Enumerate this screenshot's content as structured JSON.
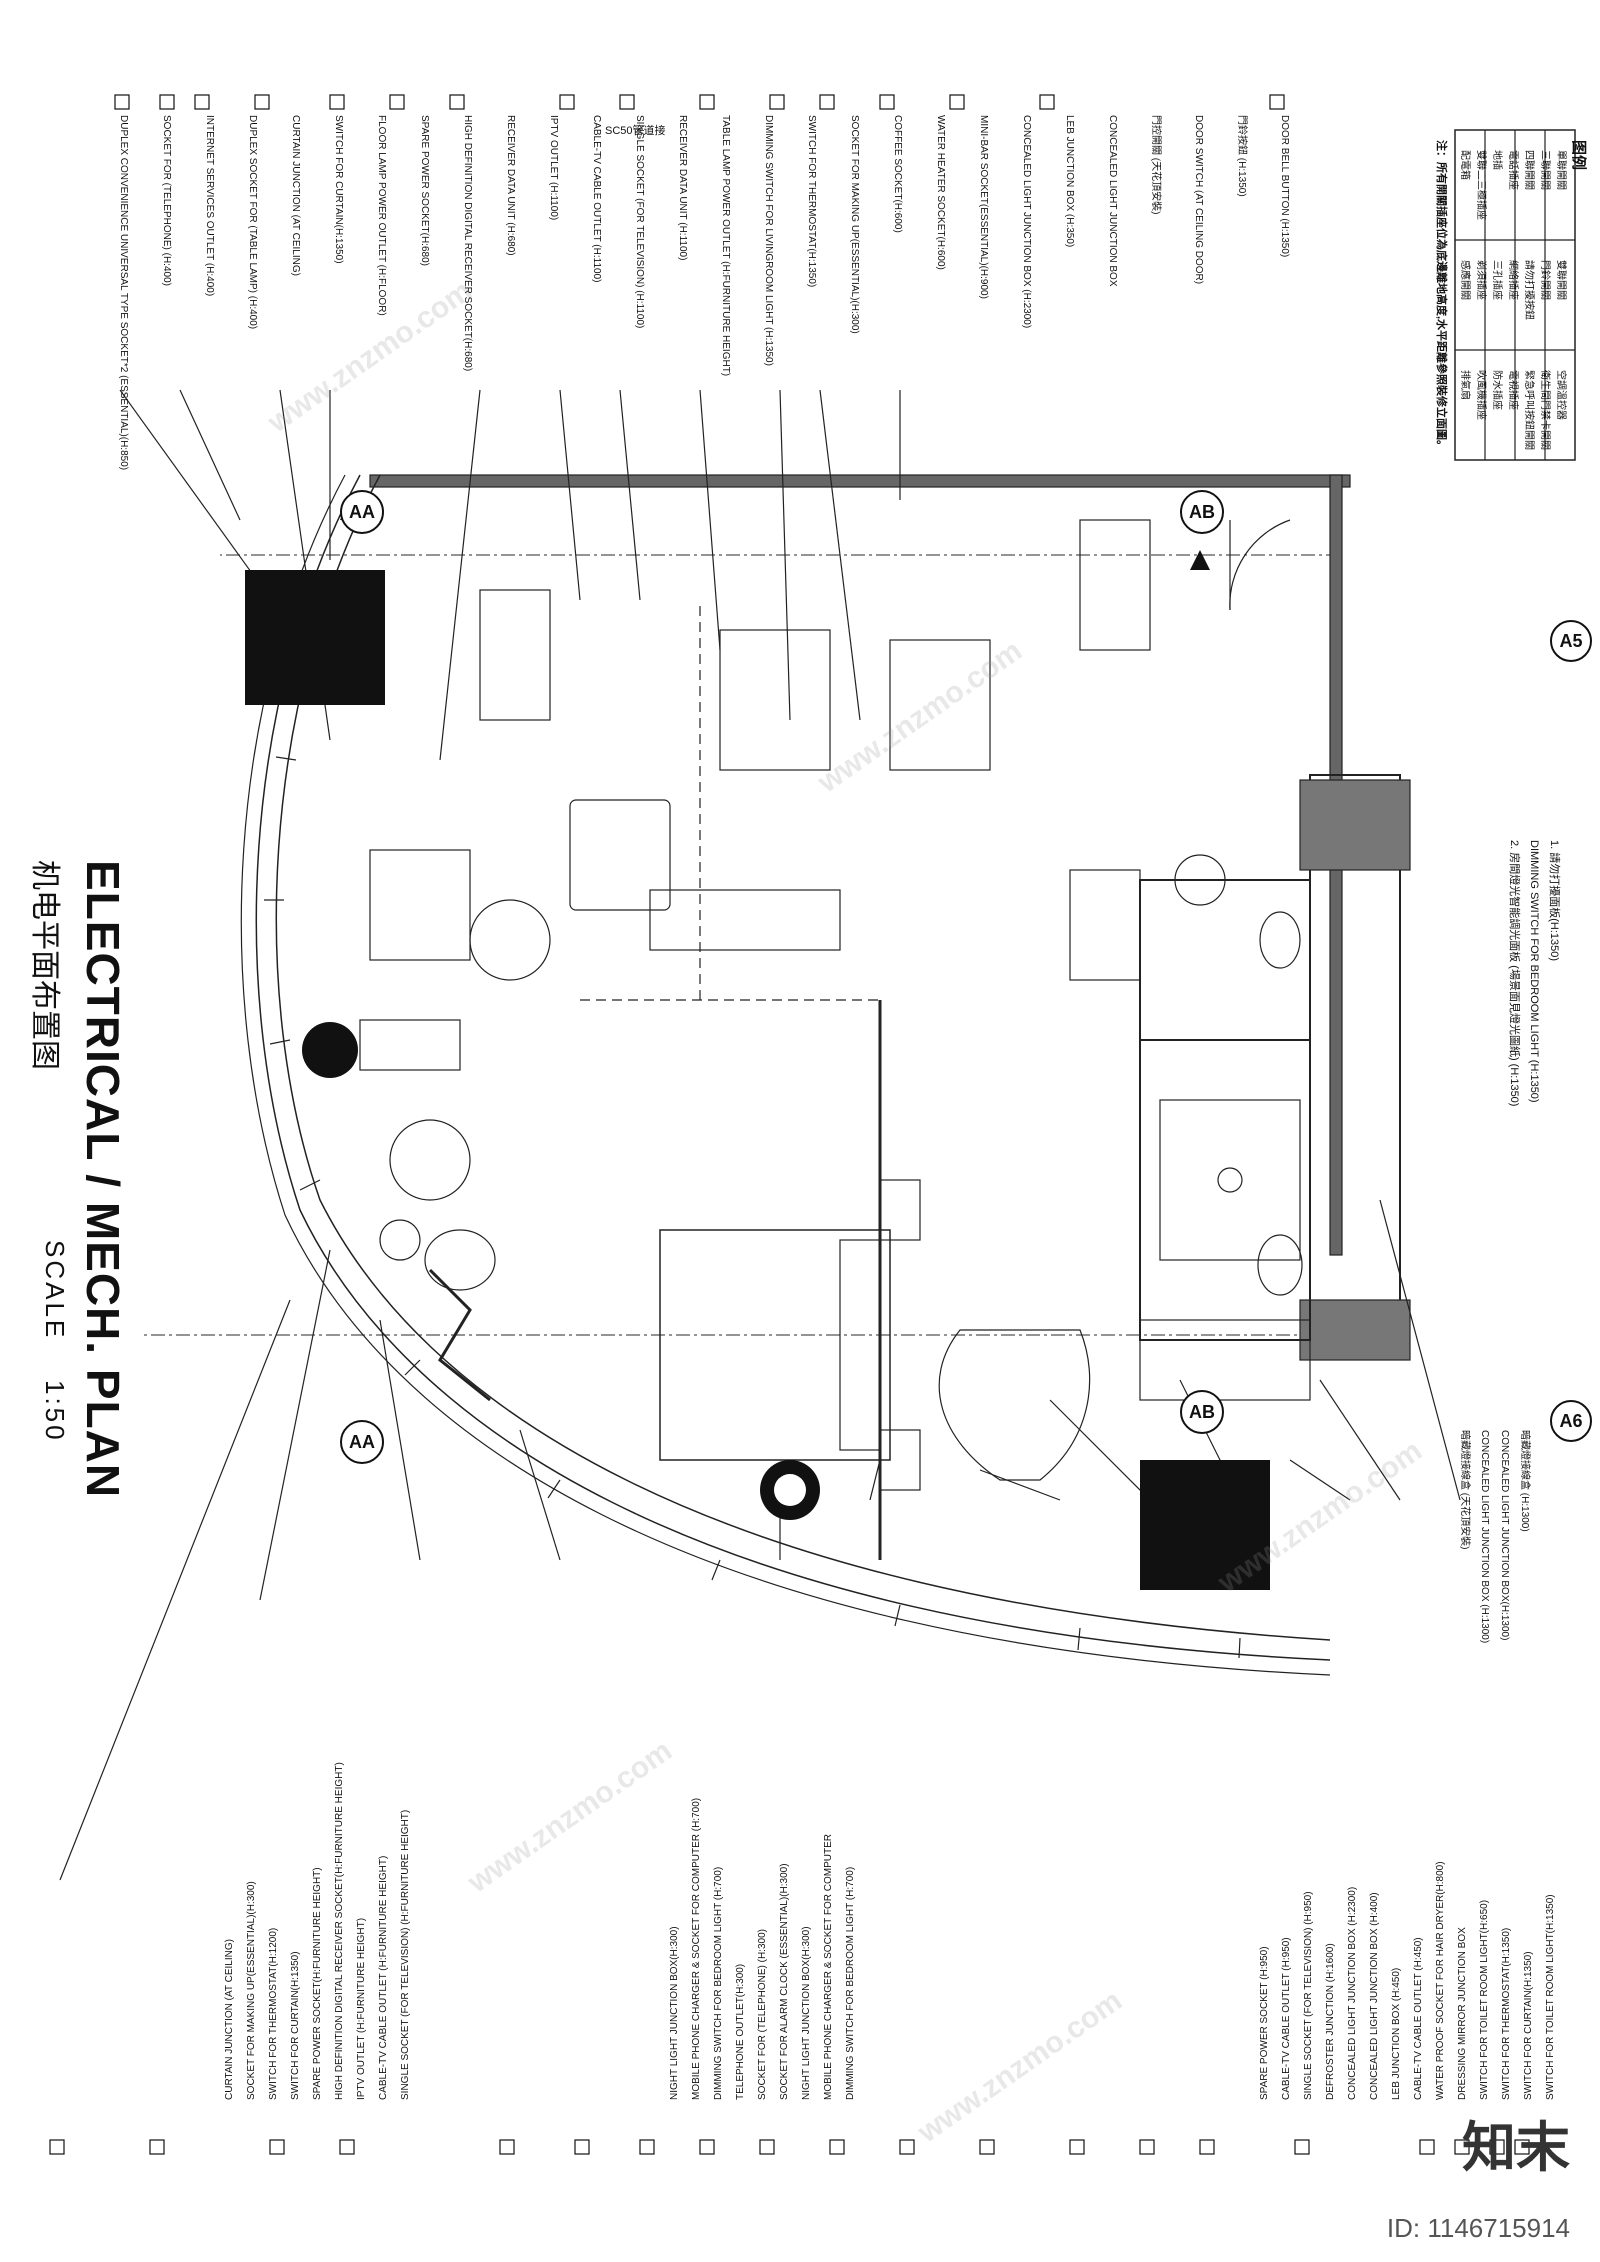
{
  "title": {
    "en": "ELECTRICAL / MECH. PLAN",
    "cn": "机电平面布置图",
    "scale_label": "SCALE",
    "scale_value": "1:50"
  },
  "legend": {
    "header": "图例",
    "note": "注：所有開關插座位為底邊離地高度,水平距離參照裝修立面圖。",
    "rows": [
      [
        "單聯開關",
        "雙聯開關",
        "空調溫控器"
      ],
      [
        "三聯開關",
        "門鈴開關",
        "衛生間門禁卡開關"
      ],
      [
        "四聯開關",
        "請勿打擾按鈕",
        "緊急呼叫按鈕開關"
      ],
      [
        "電話插座",
        "網絡插座",
        "電視插座"
      ],
      [
        "地插",
        "三孔插座",
        "防水插座"
      ],
      [
        "雙聯二三極插座",
        "剃須插座",
        "吹風機插座"
      ],
      [
        "配電箱",
        "感應開關",
        "排氣扇"
      ]
    ]
  },
  "grid": {
    "a5": "A5",
    "a6": "A6"
  },
  "sections": {
    "aa": "AA",
    "ab": "AB"
  },
  "left_labels": [
    "DOOR BELL BUTTON (H:1350)",
    "門鈴按鈕 (H:1350)",
    "DOOR SWITCH (AT CEILING DOOR)",
    "門控開關 (天花頂安裝)",
    "CONCEALED LIGHT JUNCTION BOX",
    "LEB JUNCTION BOX (H:350)",
    "CONCEALED LIGHT JUNCTION BOX (H:2300)",
    "MINI-BAR SOCKET(ESSENTIAL)(H:900)",
    "WATER HEATER SOCKET(H:600)",
    "COFFEE SOCKET(H:600)",
    "SOCKET FOR MAKING UP(ESSENTIAL)(H:300)",
    "SWITCH FOR THERMOSTAT(H:1350)",
    "DIMMING SWITCH FOR LIVINGROOM LIGHT (H:1350)",
    "TABLE LAMP POWER OUTLET (H:FURNITURE HEIGHT)",
    "RECEIVER DATA UNIT (H:1100)",
    "SINGLE SOCKET (FOR TELEVISION) (H:1100)",
    "CABLE-TV CABLE OUTLET (H:1100)",
    "IPTV OUTLET (H:1100)",
    "RECEIVER DATA UNIT (H:680)",
    "HIGH DEFINITION DIGITAL RECEIVER SOCKET(H:680)",
    "SPARE POWER SOCKET(H:680)",
    "FLOOR LAMP POWER OUTLET (H:FLOOR)",
    "SWITCH FOR CURTAIN(H:1350)",
    "CURTAIN JUNCTION (AT CEILING)",
    "DUPLEX SOCKET FOR (TABLE LAMP) (H:400)",
    "INTERNET SERVICES OUTLET (H:400)",
    "SOCKET FOR (TELEPHONE) (H:400)",
    "DUPLEX CONVENIENCE UNIVERSAL TYPE SOCKET*2 (ESSENTIAL)(H:850)"
  ],
  "conduit_label": "SC50管道接",
  "top_right_labels": [
    "1. 請勿打擾面板(H:1350)",
    "DIMMING SWITCH FOR BEDROOM LIGHT (H:1350)",
    "2. 房間燈光智能調光面板 (場景面見燈光圖紙) (H:1350)"
  ],
  "right_top_labels": [
    "暗藏燈接線盒 (H:1300)",
    "CONCEALED LIGHT JUNCTION BOX(H:1300)",
    "CONCEALED LIGHT JUNCTION BOX (H:1300)",
    "暗藏燈接線盒 (天花頂安裝)"
  ],
  "bottom_right_labels": [
    "SWITCH FOR TOILET ROOM LIGHT(H:1350)",
    "SWITCH FOR CURTAIN(H:1350)",
    "SWITCH FOR THERMOSTAT(H:1350)",
    "SWITCH FOR TOILET ROOM LIGHT(H:650)",
    "DRESSING MIRROR JUNCTION BOX",
    "WATER PROOF SOCKET FOR HAIR DRYER(H:800)",
    "CABLE-TV CABLE OUTLET (H:450)",
    "LEB JUNCTION BOX (H:450)",
    "CONCEALED LIGHT JUNCTION BOX (H:400)",
    "CONCEALED LIGHT JUNCTION BOX (H:2300)",
    "DEFROSTER JUNCTION (H:1600)",
    "SINGLE SOCKET (FOR TELEVISION) (H:950)",
    "CABLE-TV CABLE OUTLET (H:950)",
    "SPARE POWER SOCKET (H:950)"
  ],
  "bottom_mid_labels": [
    "DIMMING SWITCH FOR BEDROOM LIGHT (H:700)",
    "MOBILE PHONE CHARGER & SOCKET FOR COMPUTER",
    "NIGHT LIGHT JUNCTION BOX(H:300)",
    "SOCKET FOR ALARM CLOCK (ESSENTIAL)(H:300)",
    "SOCKET FOR (TELEPHONE) (H:300)",
    "TELEPHONE OUTLET(H:300)",
    "DIMMING SWITCH FOR BEDROOM LIGHT (H:700)",
    "MOBILE PHONE CHARGER & SOCKET FOR COMPUTER (H:700)",
    "NIGHT LIGHT JUNCTION BOX(H:300)"
  ],
  "bottom_left_labels": [
    "SINGLE SOCKET (FOR TELEVISION) (H:FURNITURE HEIGHT)",
    "CABLE-TV CABLE OUTLET (H:FURNITURE HEIGHT)",
    "IPTV OUTLET (H:FURNITURE HEIGHT)",
    "HIGH DEFINITION DIGITAL RECEIVER SOCKET(H:FURNITURE HEIGHT)",
    "SPARE POWER SOCKET(H:FURNITURE HEIGHT)",
    "SWITCH FOR CURTAIN(H:1350)",
    "SWITCH FOR THERMOSTAT(H:1200)",
    "SOCKET FOR MAKING UP(ESSENTIAL)(H:300)",
    "CURTAIN JUNCTION (AT CEILING)"
  ],
  "brand": "知末",
  "id_text": "ID: 1146715914",
  "watermark": "www.znzmo.com"
}
